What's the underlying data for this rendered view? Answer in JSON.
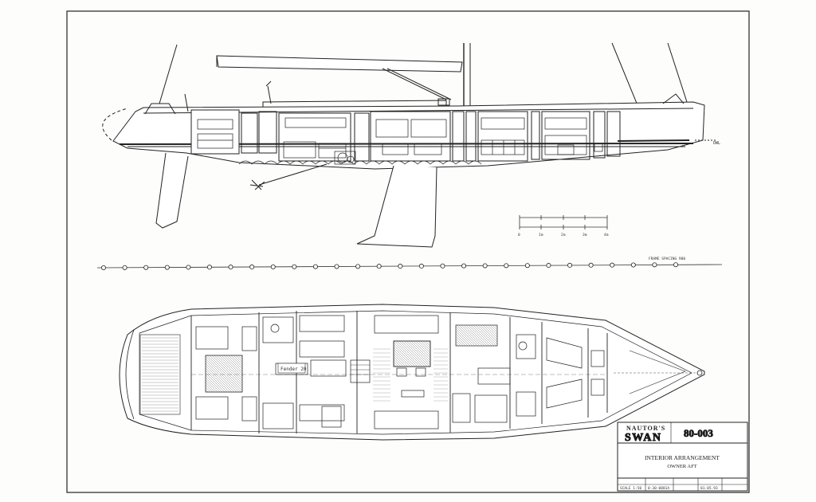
{
  "title_block": {
    "brand_top": "NAUTOR'S",
    "brand_main": "SWAN",
    "model": "80-003",
    "drawing_title": "INTERIOR ARRANGEMENT",
    "drawing_subtitle": "OWNER AFT",
    "scale": "SCALE 1:50",
    "drawing_no": "0-30-0881A",
    "date": "01.05.93"
  },
  "frame_spacing_label": "FRAME SPACING 980",
  "scale_bar_ticks": [
    "0",
    "1m",
    "2m",
    "3m",
    "4m"
  ],
  "compartment_label": "Fender 20",
  "frame_count": 28
}
